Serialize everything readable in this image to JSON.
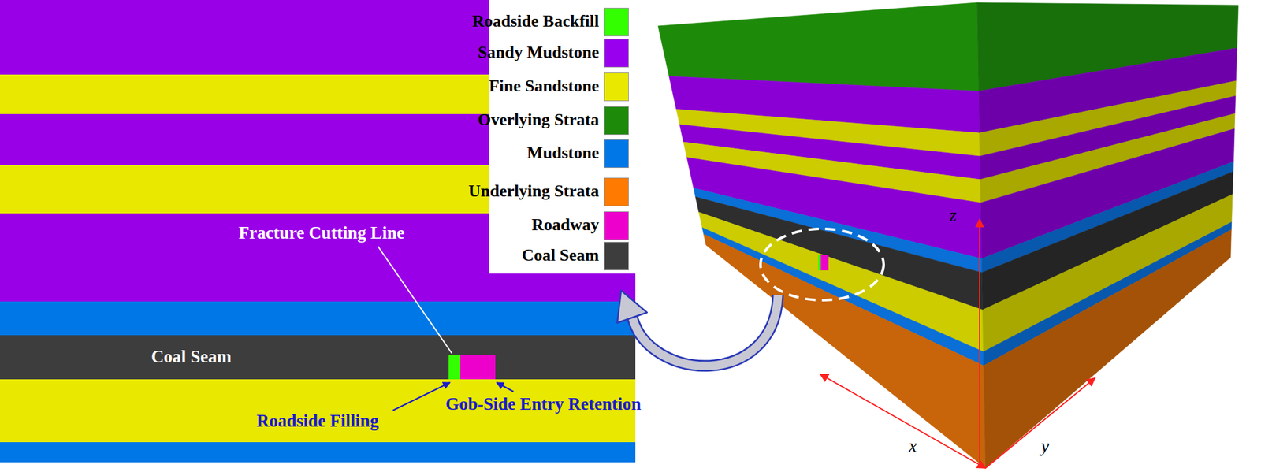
{
  "diagram": {
    "nodes": [
      {
        "text": [
          "Coal Seam"
        ]
      }
    ],
    "labels": [
      "Fracture Cutting Line",
      "Roadside Filling",
      "Gob-Side Entry Retention",
      "z",
      "x",
      "y"
    ],
    "legend": [
      {
        "text": "Roadside Backfill",
        "color": "#33ff00"
      },
      {
        "text": "Sandy Mudstone",
        "color": "#9900ee"
      },
      {
        "text": "Fine Sandstone",
        "color": "#e8e800"
      },
      {
        "text": "Overlying Strata",
        "color": "#1e8a0a"
      },
      {
        "text": "Mudstone",
        "color": "#0077e6"
      },
      {
        "text": "Underlying Strata",
        "color": "#ff7a00"
      },
      {
        "text": "Roadway",
        "color": "#ee00cc"
      },
      {
        "text": "Coal Seam",
        "color": "#3d3d3d"
      }
    ]
  }
}
